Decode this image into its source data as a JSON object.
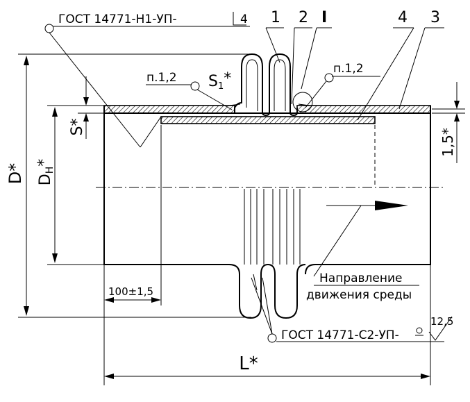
{
  "labels": {
    "weld_top": "ГОСТ 14771-Н1-УП-",
    "weld_top_size": "4",
    "weld_bottom": "ГОСТ 14771-С2-УП-",
    "roughness": "12,5",
    "item_1": "1",
    "item_2": "2",
    "item_3": "3",
    "item_4": "4",
    "view_mark": "I",
    "note_left": "п.1,2",
    "note_right": "п.1,2",
    "s1": "S",
    "s1_sub": "1",
    "s1_star": "*",
    "s": "S*",
    "dim_15": "1,5*",
    "dim_D": "D*",
    "dim_DH": "D",
    "dim_DH_sub": "H",
    "dim_DH_star": "*",
    "dim_100": "100±1,5",
    "dim_L": "L*",
    "flow_line1": "Направление",
    "flow_line2": "движения среды"
  },
  "colors": {
    "line": "#000000",
    "background": "#ffffff"
  }
}
